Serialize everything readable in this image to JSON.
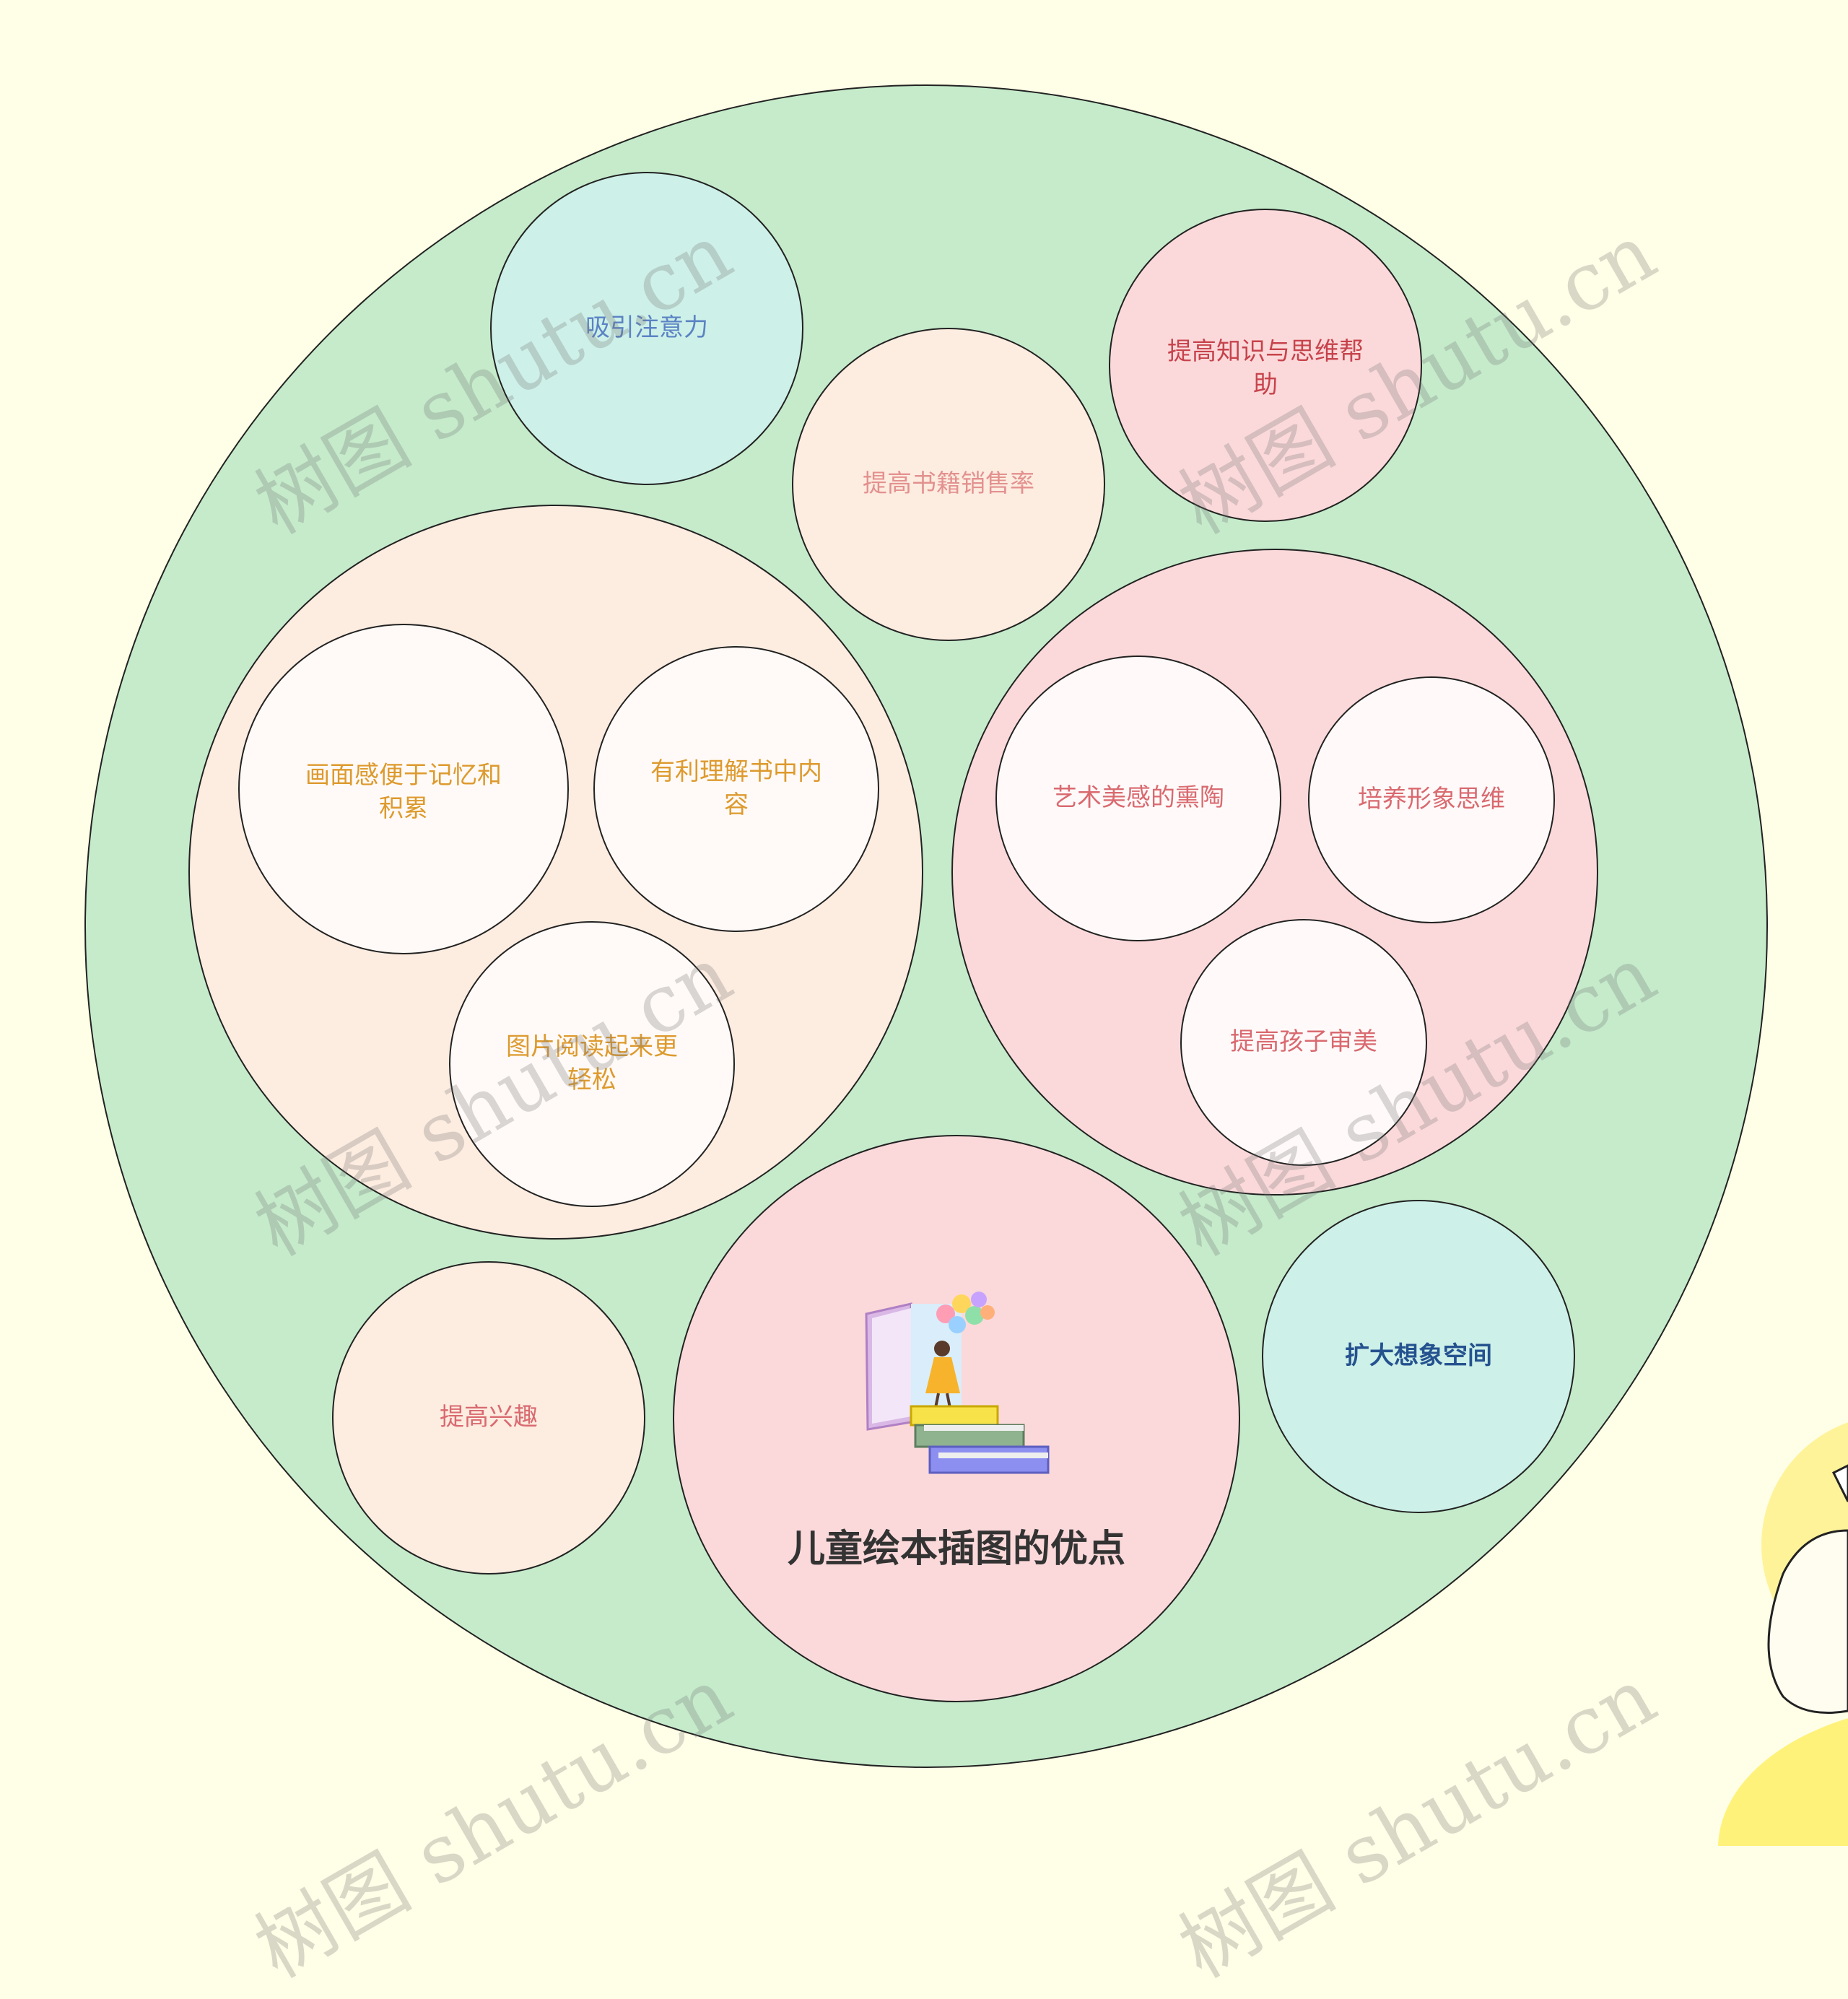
{
  "colors": {
    "background": "#fffee6",
    "outer_fill": "#c5ebcb",
    "peach_fill": "#fdece0",
    "pink_fill": "#fbd9da",
    "mint_fill": "#cdf0e8",
    "white_fill": "#fffaf7",
    "stroke": "#222222"
  },
  "root": {
    "title": "儿童绘本插图的优点",
    "icon": "child-reading-books-icon"
  },
  "nodes": {
    "attention": "吸引注意力",
    "sales": "提高书籍销售率",
    "knowledge": "提高知识与思维帮助",
    "memory": "画面感便于记忆和积累",
    "understand": "有利理解书中内容",
    "easy_read": "图片阅读起来更轻松",
    "art": "艺术美感的熏陶",
    "image_thinking": "培养形象思维",
    "aesthetics": "提高孩子审美",
    "interest": "提高兴趣",
    "imagination": "扩大想象空间"
  },
  "watermark": "树图 shutu.cn"
}
